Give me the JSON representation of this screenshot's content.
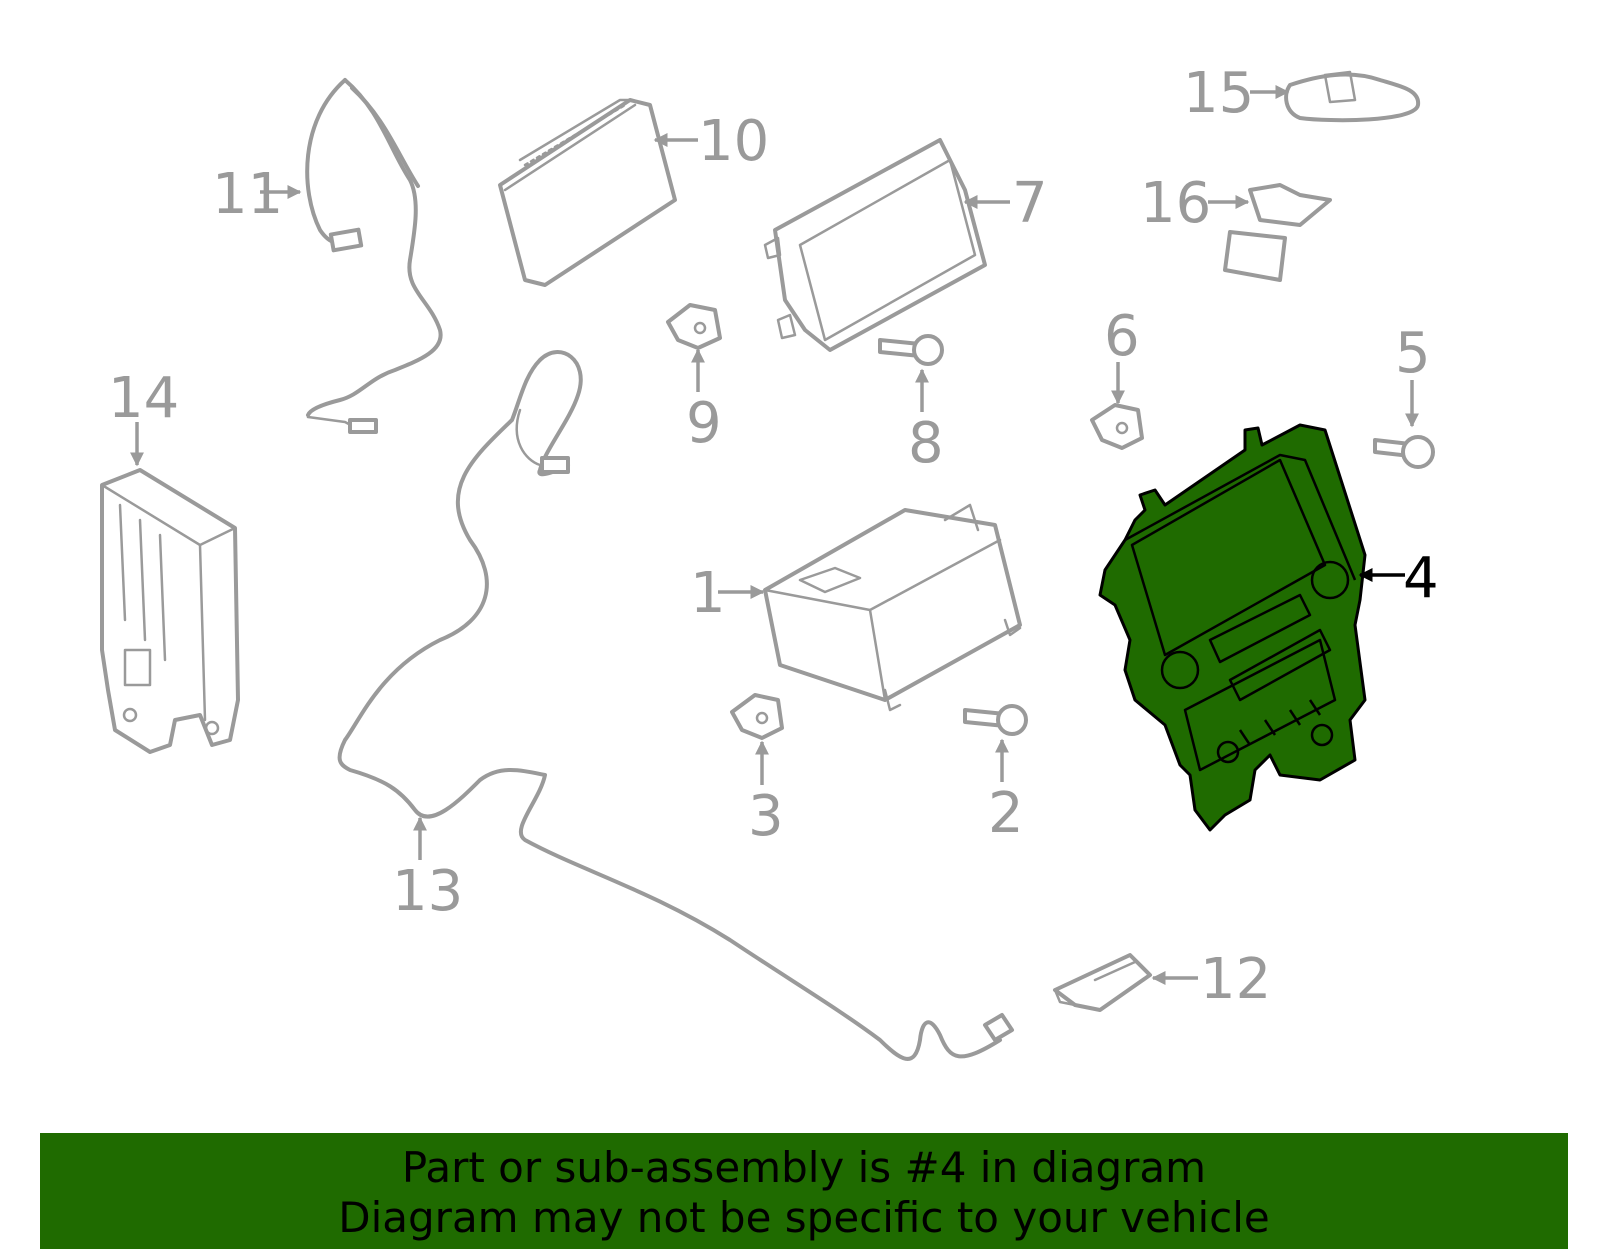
{
  "callouts": {
    "c1": "1",
    "c2": "2",
    "c3": "3",
    "c4": "4",
    "c5": "5",
    "c6": "6",
    "c7": "7",
    "c8": "8",
    "c9": "9",
    "c10": "10",
    "c11": "11",
    "c12": "12",
    "c13": "13",
    "c14": "14",
    "c15": "15",
    "c16": "16"
  },
  "highlighted_part": "4",
  "colors": {
    "highlight": "#1f6b00",
    "part_line": "#9a9a9a",
    "highlight_outline": "#000000"
  },
  "banner": {
    "line1": "Part or sub-assembly is #4 in diagram",
    "line2": "Diagram may not be specific to your vehicle"
  }
}
